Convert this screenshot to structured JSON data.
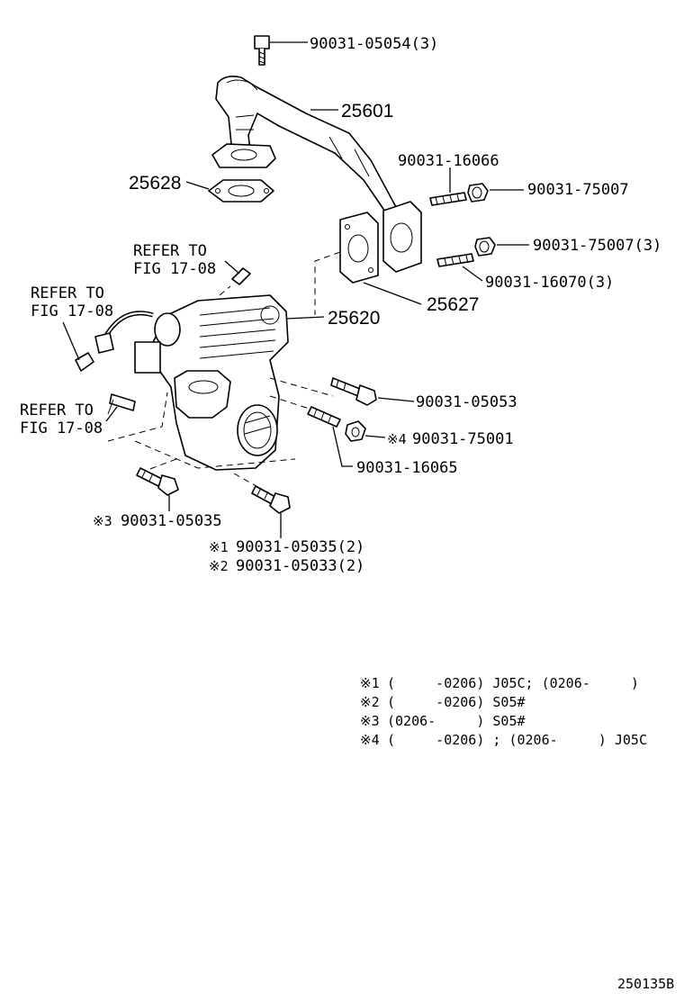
{
  "callouts": {
    "bolt_top": "90031-05054(3)",
    "pipe": "25601",
    "gasket_lower": "25628",
    "stud_1": "90031-16066",
    "nut_1": "90031-75007",
    "nut_2": "90031-75007(3)",
    "stud_2": "90031-16070(3)",
    "gasket_upper": "25627",
    "valve": "25620",
    "bolt_1": "90031-05053",
    "nut_3": "90031-75001",
    "nut_3_mark": "※4",
    "stud_3": "90031-16065",
    "bolt_2": "90031-05035",
    "bolt_2_mark": "※3",
    "bolt_3a": "90031-05035(2)",
    "bolt_3a_mark": "※1",
    "bolt_3b": "90031-05033(2)",
    "bolt_3b_mark": "※2"
  },
  "refs": {
    "ref1_line1": "REFER TO",
    "ref1_line2": "FIG 17-08",
    "ref2_line1": "REFER TO",
    "ref2_line2": "FIG 17-08",
    "ref3_line1": "REFER TO",
    "ref3_line2": "FIG 17-08"
  },
  "notes": [
    {
      "mark": "※1",
      "text": "(     -0206) J05C; (0206-     )"
    },
    {
      "mark": "※2",
      "text": "(     -0206) S05#"
    },
    {
      "mark": "※3",
      "text": "(0206-     ) S05#"
    },
    {
      "mark": "※4",
      "text": "(     -0206) ; (0206-     ) J05C"
    }
  ],
  "figure_code": "250135B"
}
